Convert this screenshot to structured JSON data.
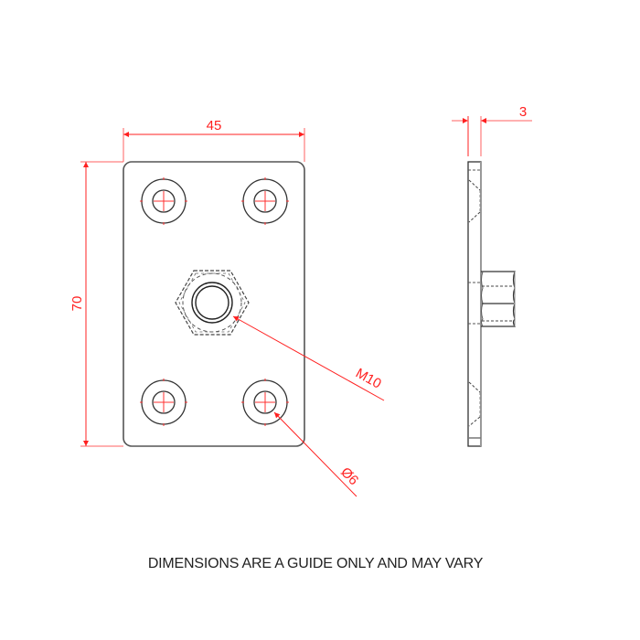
{
  "drawing": {
    "title": "Plate with M10 stud - technical drawing",
    "colors": {
      "outline": "#444444",
      "dimension": "#ff2020",
      "centerline": "#ff4040",
      "background": "#ffffff"
    },
    "dimensions": {
      "width": "45",
      "height": "70",
      "thickness": "3",
      "thread": "M10",
      "hole_diameter": "Ø6"
    },
    "views": [
      "front-view",
      "side-view"
    ]
  },
  "footer": {
    "note": "DIMENSIONS ARE A GUIDE ONLY AND MAY VARY"
  }
}
